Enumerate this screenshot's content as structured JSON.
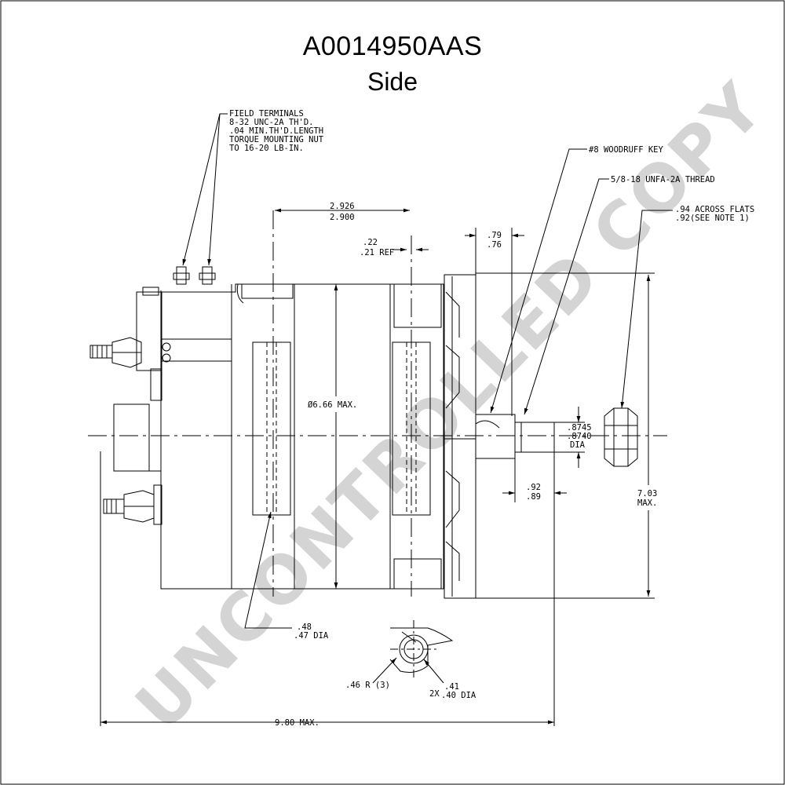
{
  "title": {
    "part_number": "A0014950AAS",
    "view": "Side"
  },
  "watermark": "UNCONTROLLED COPY",
  "callouts": {
    "field_terminals": [
      "FIELD TERMINALS",
      "8-32 UNC-2A TH'D.",
      ".04 MIN.TH'D.LENGTH",
      "TORQUE MOUNTING NUT",
      "TO 16-20 LB-IN."
    ],
    "woodruff_key": "#8 WOODRUFF KEY",
    "thread": "5/8-18 UNFA-2A THREAD",
    "across_flats": [
      ".94 ACROSS FLATS",
      ".92(SEE NOTE 1)"
    ]
  },
  "dimensions": {
    "width_top": [
      "2.926",
      "2.900"
    ],
    "ref": [
      ".22",
      ".21 REF"
    ],
    "d79": [
      ".79",
      ".76"
    ],
    "diameter": "Ø6.66 MAX.",
    "shaft_dia": [
      ".8745",
      ".8740",
      "DIA"
    ],
    "d92": [
      ".92",
      ".89"
    ],
    "height": [
      "7.03",
      "MAX."
    ],
    "hole_dia": [
      ".48",
      ".47 DIA"
    ],
    "radius": ".46 R (3)",
    "mount_hole": [
      "2X",
      ".41",
      ".40 DIA"
    ],
    "overall_length": "9.80 MAX."
  },
  "colors": {
    "line": "#000000",
    "watermark": "#d4d4d4"
  }
}
